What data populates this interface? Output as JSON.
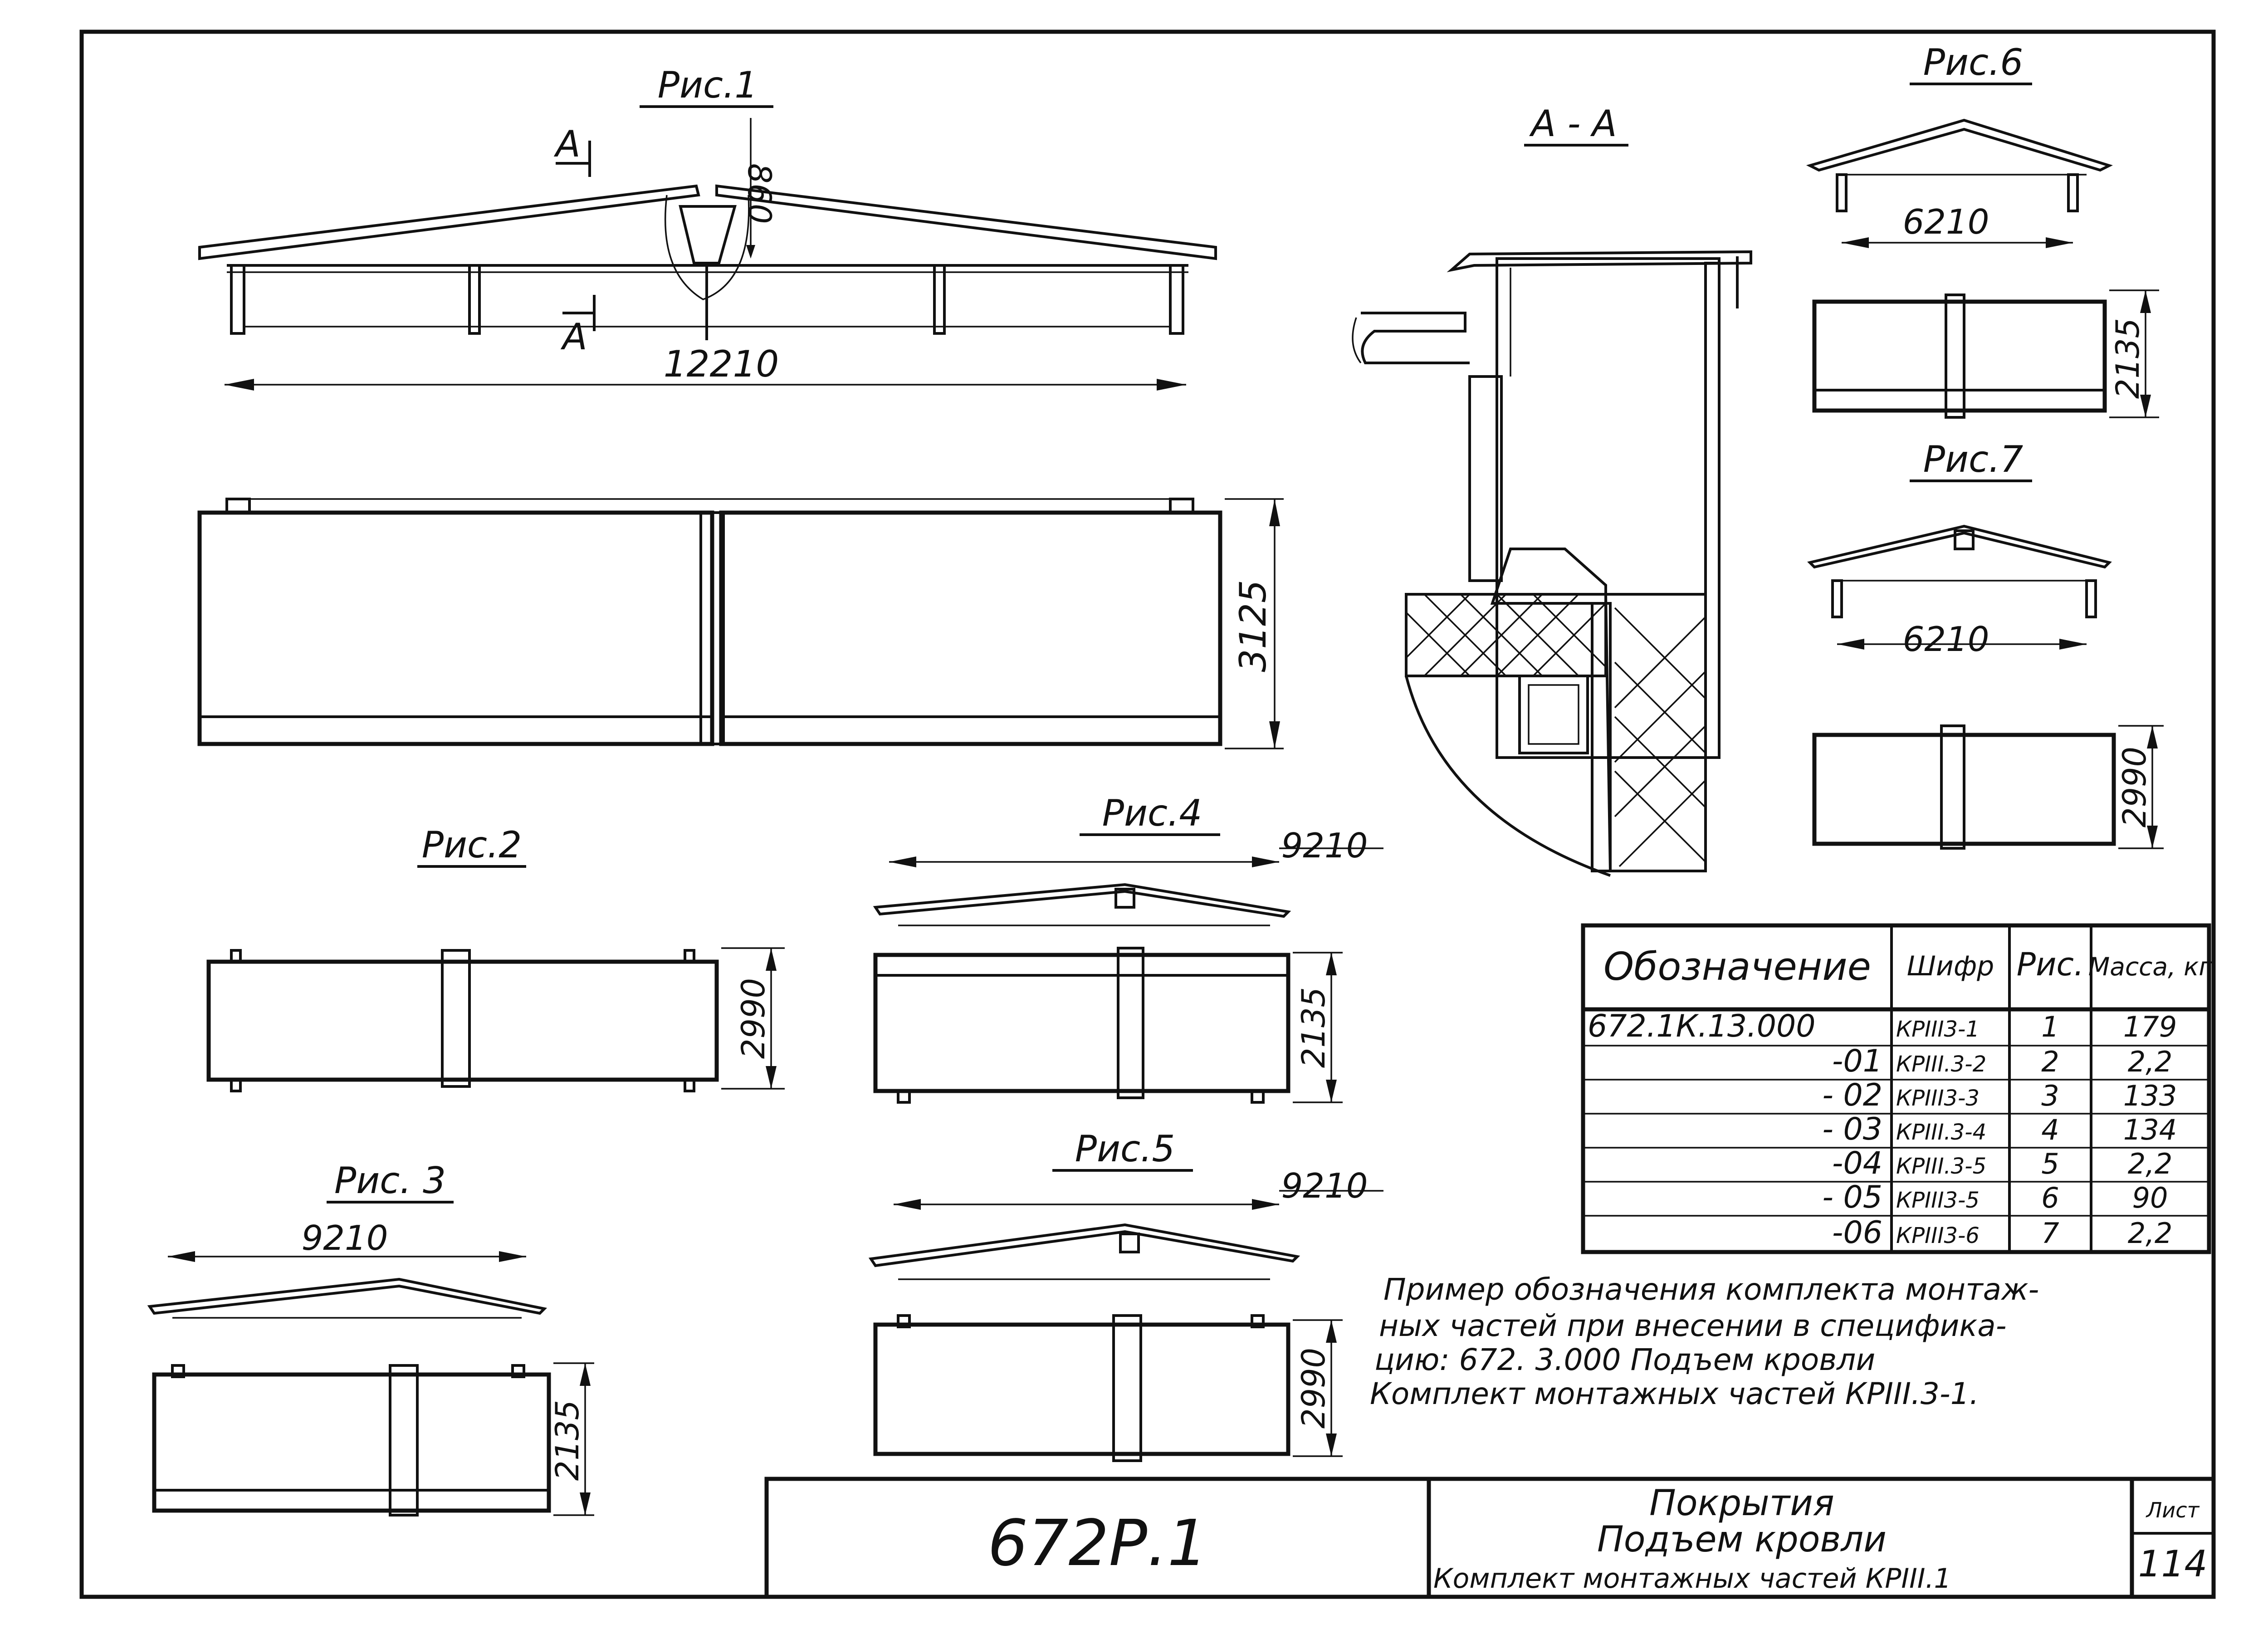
{
  "figures": {
    "fig1": {
      "title": "Рис.1",
      "section_mark": "А",
      "dim_height": "860",
      "dim_length": "12210",
      "dim_width": "3125"
    },
    "section_aa": {
      "title": "А - А"
    },
    "fig2": {
      "title": "Рис.2",
      "dim_width": "2990"
    },
    "fig3": {
      "title": "Рис. 3",
      "dim_length": "9210",
      "dim_width": "2135"
    },
    "fig4": {
      "title": "Рис.4",
      "dim_length": "9210",
      "dim_width": "2135"
    },
    "fig5": {
      "title": "Рис.5",
      "dim_length": "9210",
      "dim_width": "2990"
    },
    "fig6": {
      "title": "Рис.6",
      "dim_length": "6210",
      "dim_width": "2135"
    },
    "fig7": {
      "title": "Рис.7",
      "dim_length": "6210",
      "dim_width": "2990"
    }
  },
  "spec_table": {
    "headers": [
      "Обозначение",
      "Шифр",
      "Рис.",
      "Масса, кг"
    ],
    "rows": [
      {
        "designation": "672.1К.13.000",
        "code": "КРIII3-1",
        "fig": "1",
        "mass": "179"
      },
      {
        "designation": "-01",
        "code": "КРIII.3-2",
        "fig": "2",
        "mass": "2,2"
      },
      {
        "designation": "- 02",
        "code": "КРIII3-3",
        "fig": "3",
        "mass": "133"
      },
      {
        "designation": "- 03",
        "code": "КРIII.3-4",
        "fig": "4",
        "mass": "134"
      },
      {
        "designation": "-04",
        "code": "КРIII.3-5",
        "fig": "5",
        "mass": "2,2"
      },
      {
        "designation": "- 05",
        "code": "КРIII3-5",
        "fig": "6",
        "mass": "90"
      },
      {
        "designation": "-06",
        "code": "КРIII3-6",
        "fig": "7",
        "mass": "2,2"
      }
    ]
  },
  "note": {
    "lines": [
      "Пример обозначения комплекта монтаж-",
      "ных частей при внесении в специфика-",
      "цию: 672.   3.000 Подъем кровли",
      "Комплект монтажных частей КРIII.3-1."
    ]
  },
  "title_block": {
    "doc_code": "672Р.1",
    "name_lines": [
      "Покрытия",
      "Подъем кровли",
      "Комплект монтажных частей КРIII.1"
    ],
    "sheet_label": "Лист",
    "sheet_number": "114"
  }
}
